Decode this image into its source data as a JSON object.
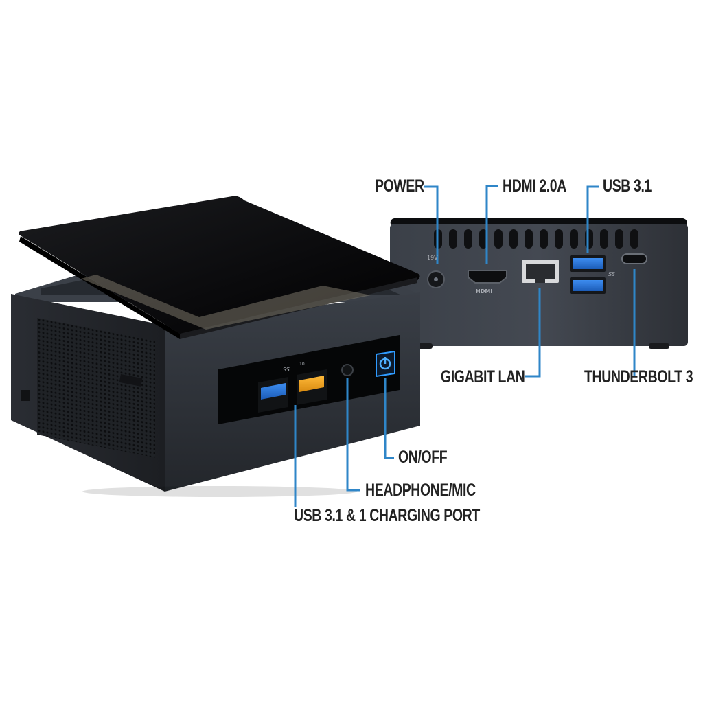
{
  "callout_color": "#2f86c8",
  "device_colors": {
    "body": "#2c3036",
    "lid": "#0d0e10",
    "usb_blue": "#2b74d8",
    "usb_yellow": "#f0a21e",
    "power_glow": "#2f9bff"
  },
  "rear_callouts": {
    "power": "POWER",
    "hdmi": "HDMI 2.0A",
    "usb": "USB 3.1",
    "lan": "GIGABIT LAN",
    "thunderbolt": "THUNDERBOLT 3"
  },
  "front_callouts": {
    "on_off": "ON/OFF",
    "headphone": "HEADPHONE/MIC",
    "usb_charging": "USB 3.1 & 1 CHARGING PORT"
  },
  "port_markings": {
    "power_voltage": "19V",
    "hdmi_logo": "HDMI",
    "usb_ss": "SS",
    "usb_ss_speed": "10"
  }
}
